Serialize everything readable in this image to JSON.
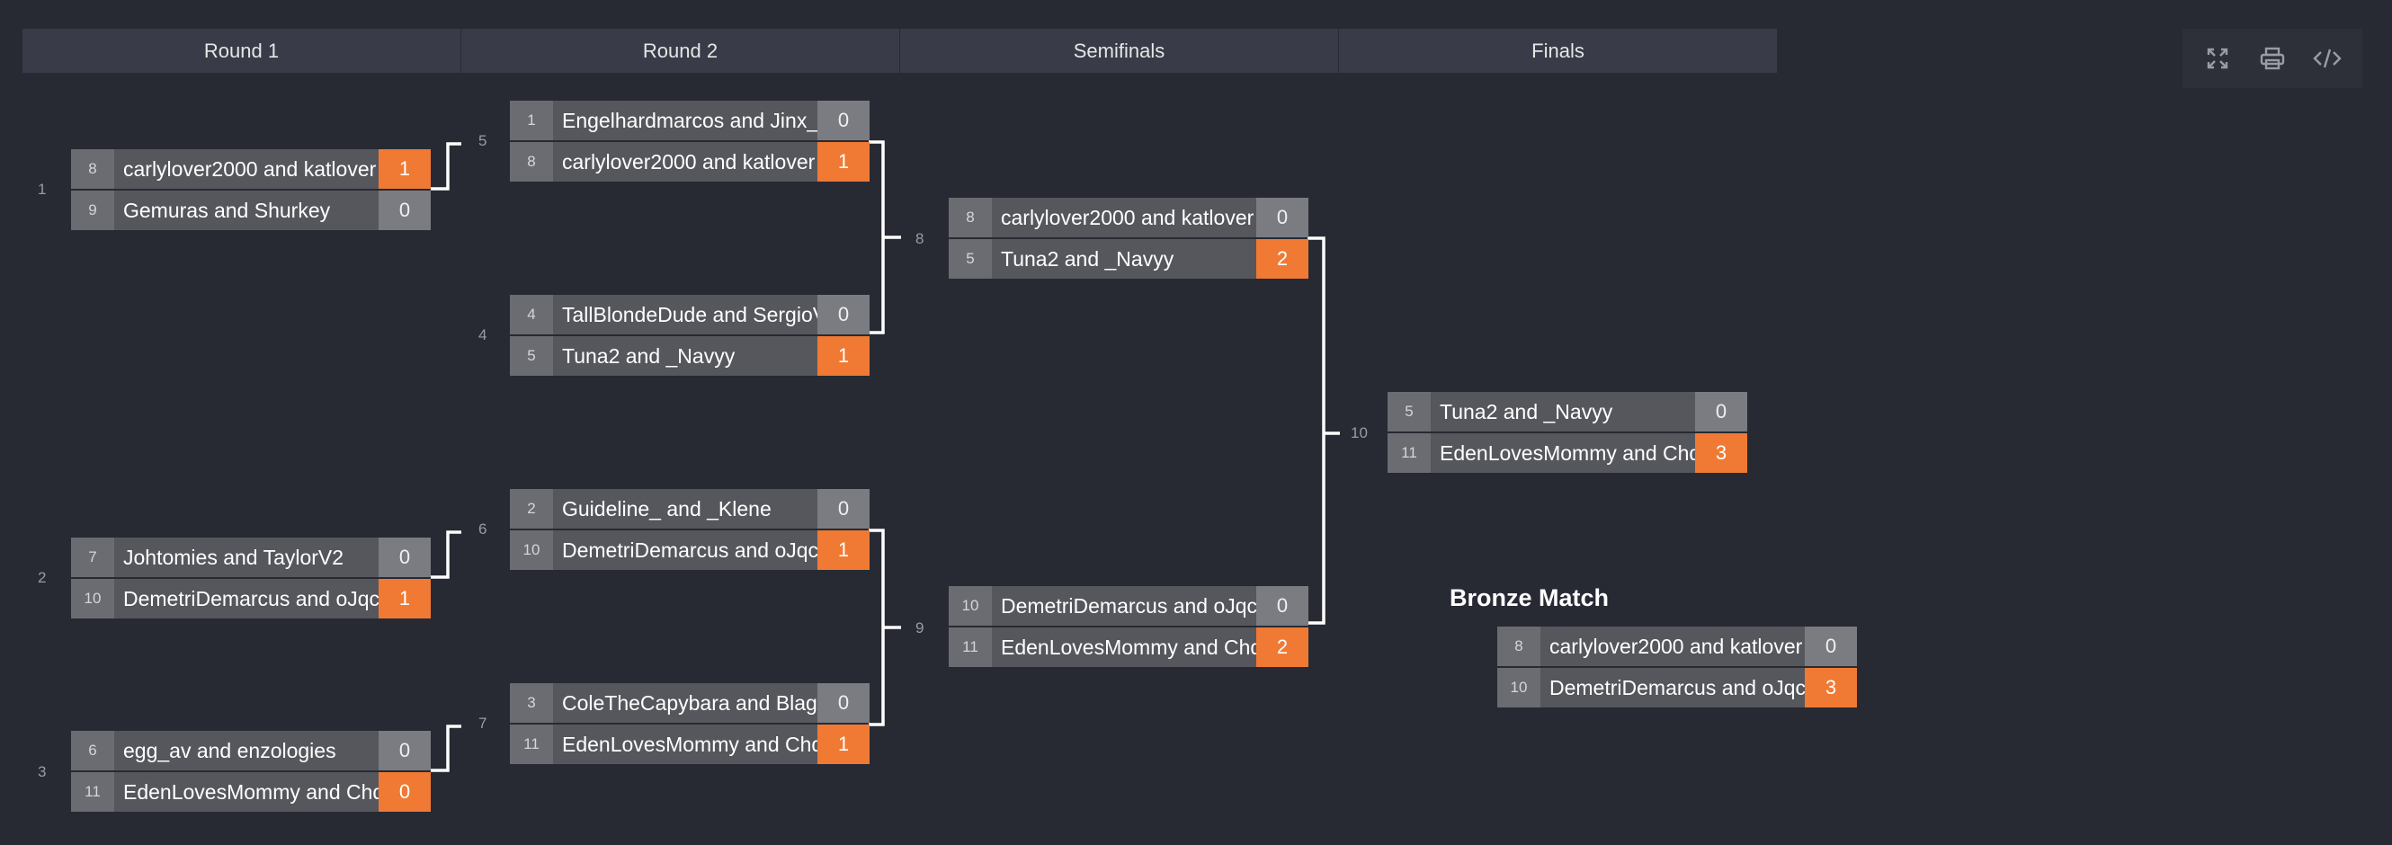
{
  "rounds": [
    "Round 1",
    "Round 2",
    "Semifinals",
    "Finals"
  ],
  "toolbar": {
    "fullscreen_icon": "expand-icon",
    "print_icon": "printer-icon",
    "embed_icon": "code-icon"
  },
  "colors": {
    "winner": "#f07a33",
    "background": "#272a33"
  },
  "matches": {
    "m1": {
      "number": "1",
      "teams": [
        {
          "seed": "8",
          "name": "carlylover2000 and katlover",
          "score": "1"
        },
        {
          "seed": "9",
          "name": "Gemuras and Shurkey",
          "score": "0"
        }
      ]
    },
    "m2": {
      "number": "2",
      "teams": [
        {
          "seed": "7",
          "name": "Johtomies and TaylorV2",
          "score": "0"
        },
        {
          "seed": "10",
          "name": "DemetriDemarcus and oJqc",
          "score": "1"
        }
      ]
    },
    "m3": {
      "number": "3",
      "teams": [
        {
          "seed": "6",
          "name": "egg_av and enzologies",
          "score": "0"
        },
        {
          "seed": "11",
          "name": "EdenLovesMommy and Chq",
          "score": "0"
        }
      ]
    },
    "m5": {
      "number": "5",
      "teams": [
        {
          "seed": "1",
          "name": "Engelhardmarcos and Jinx_",
          "score": "0"
        },
        {
          "seed": "8",
          "name": "carlylover2000 and katlover",
          "score": "1"
        }
      ]
    },
    "m4": {
      "number": "4",
      "teams": [
        {
          "seed": "4",
          "name": "TallBlondeDude and SergioV",
          "score": "0"
        },
        {
          "seed": "5",
          "name": "Tuna2 and _Navyy",
          "score": "1"
        }
      ]
    },
    "m6": {
      "number": "6",
      "teams": [
        {
          "seed": "2",
          "name": "Guideline_ and _Klene",
          "score": "0"
        },
        {
          "seed": "10",
          "name": "DemetriDemarcus and oJqc",
          "score": "1"
        }
      ]
    },
    "m7": {
      "number": "7",
      "teams": [
        {
          "seed": "3",
          "name": "ColeTheCapybara and Blagc",
          "score": "0"
        },
        {
          "seed": "11",
          "name": "EdenLovesMommy and Chq",
          "score": "1"
        }
      ]
    },
    "m8": {
      "number": "8",
      "teams": [
        {
          "seed": "8",
          "name": "carlylover2000 and katlover",
          "score": "0"
        },
        {
          "seed": "5",
          "name": "Tuna2 and _Navyy",
          "score": "2"
        }
      ]
    },
    "m9": {
      "number": "9",
      "teams": [
        {
          "seed": "10",
          "name": "DemetriDemarcus and oJqc",
          "score": "0"
        },
        {
          "seed": "11",
          "name": "EdenLovesMommy and Chq",
          "score": "2"
        }
      ]
    },
    "m10": {
      "number": "10",
      "teams": [
        {
          "seed": "5",
          "name": "Tuna2 and _Navyy",
          "score": "0"
        },
        {
          "seed": "11",
          "name": "EdenLovesMommy and Chq",
          "score": "3"
        }
      ]
    },
    "bronze": {
      "title": "Bronze Match",
      "teams": [
        {
          "seed": "8",
          "name": "carlylover2000 and katlover",
          "score": "0"
        },
        {
          "seed": "10",
          "name": "DemetriDemarcus and oJqc",
          "score": "3"
        }
      ]
    }
  }
}
